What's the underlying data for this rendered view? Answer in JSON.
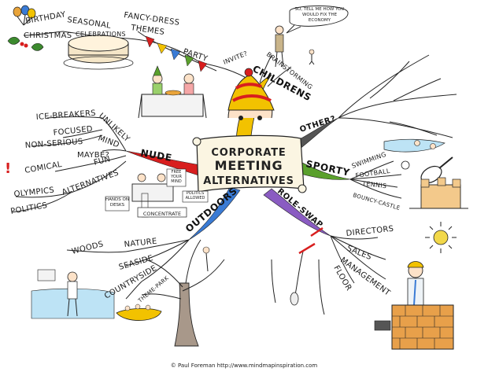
{
  "center": {
    "line1": "CORPORATE",
    "line2": "MEETING",
    "line3": "ALTERNATIVES"
  },
  "branches": {
    "childrens": {
      "label": "CHILDRENS",
      "color": "#f2c200",
      "party": "PARTY",
      "fancy_dress": "FANCY-DRESS",
      "themes": "THEMES",
      "seasonal": "SEASONAL",
      "birthday": "BIRTHDAY",
      "christmas": "CHRISTMAS",
      "celebrations": "CELEBRATIONS",
      "invite": "INVITE?",
      "brainstorming": "BRAINSTORMING",
      "speech": "SO, TELL ME HOW YOU WOULD FIX THE ECONOMY"
    },
    "other": {
      "label": "OTHER?",
      "color": "#444444"
    },
    "sporty": {
      "label": "SPORTY",
      "color": "#5aa02c",
      "swimming": "SWIMMING",
      "football": "FOOTBALL",
      "tennis": "TENNIS",
      "bouncy_castle": "BOUNCY-CASTLE"
    },
    "role_swap": {
      "label": "ROLE-SWAP",
      "color": "#8a5cc2",
      "directors": "DIRECTORS",
      "sales": "SALES",
      "management": "MANAGEMENT",
      "floor": "FLOOR"
    },
    "outdoors": {
      "label": "OUTDOORS",
      "color": "#3a7bd5",
      "nature": "NATURE",
      "woods": "WOODS",
      "seaside": "SEASIDE",
      "countryside": "COUNTRYSIDE",
      "theme_park": "THEME-PARK"
    },
    "nude": {
      "label": "NUDE",
      "color": "#d81e1e",
      "unlikely": "UNLIKELY",
      "ice_breakers": "ICE-BREAKERS",
      "focused": "FOCUSED",
      "non_serious": "NON-SERIOUS",
      "mind": "MIND",
      "maybe": "MAYBE?",
      "fun": "FUN",
      "comical": "COMICAL",
      "alternatives": "ALTERNATIVES",
      "olympics": "OLYMPICS",
      "politics": "POLITICS",
      "hands_on_desks": "HANDS ON DESKS",
      "concentrate": "CONCENTRATE",
      "free_your_mind": "FREE YOUR MIND",
      "politics_allowed": "POLITICS ALLOWED"
    }
  },
  "exclamation": "!",
  "footer": "© Paul Foreman http://www.mindmapinspiration.com"
}
